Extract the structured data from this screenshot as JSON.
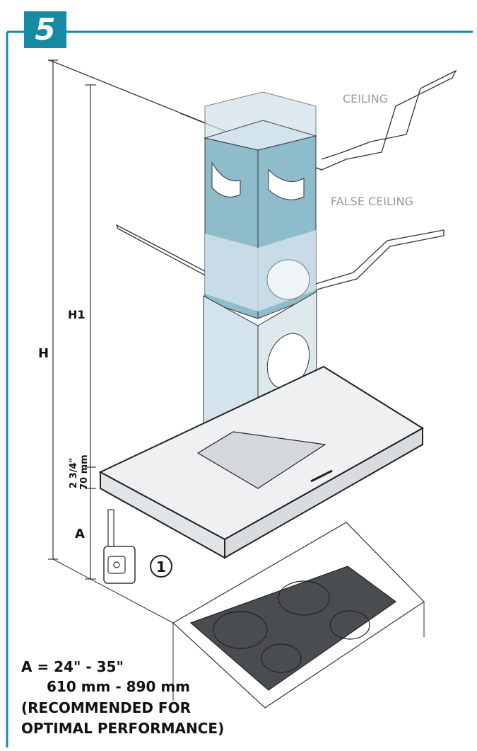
{
  "step": {
    "number": "5"
  },
  "labels": {
    "ceiling": "CEILING",
    "false_ceiling": "FALSE CEILING",
    "dim_h": "H",
    "dim_h1": "H1",
    "dim_a": "A",
    "gap_inch": "2 3/4\"",
    "gap_mm": "70 mm",
    "callout": "1"
  },
  "note": {
    "line1": "A = 24\" - 35\"",
    "line2": "610 mm - 890 mm",
    "line3": "(RECOMMENDED FOR",
    "line4": "OPTIMAL PERFORMANCE)"
  },
  "colors": {
    "frame": "#1789a3",
    "duct_blue": "#8fbccb",
    "duct_light": "#d4e4ec",
    "hood": "#eef0f1",
    "cooktop": "#4a4d50",
    "label_grey": "#9a9a9a",
    "line": "#222222"
  }
}
